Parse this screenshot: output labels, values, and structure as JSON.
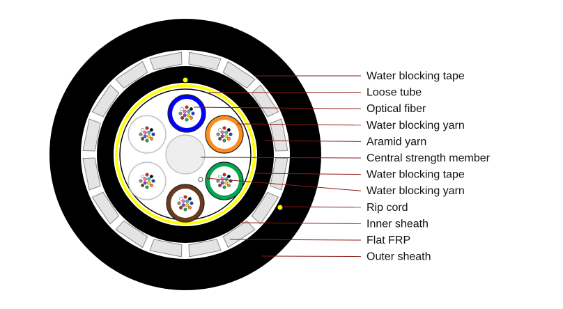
{
  "labels": [
    {
      "id": "water-blocking-tape-outer",
      "text": "Water blocking tape"
    },
    {
      "id": "loose-tube",
      "text": "Loose tube"
    },
    {
      "id": "optical-fiber",
      "text": "Optical fiber"
    },
    {
      "id": "water-blocking-yarn-1",
      "text": "Water blocking yarn"
    },
    {
      "id": "aramid-yarn",
      "text": "Aramid yarn"
    },
    {
      "id": "central-strength-member",
      "text": "Central strength member"
    },
    {
      "id": "water-blocking-tape-inner",
      "text": "Water blocking tape"
    },
    {
      "id": "water-blocking-yarn-2",
      "text": "Water blocking yarn"
    },
    {
      "id": "rip-cord",
      "text": "Rip cord"
    },
    {
      "id": "inner-sheath",
      "text": "Inner sheath"
    },
    {
      "id": "flat-frp",
      "text": "Flat FRP"
    },
    {
      "id": "outer-sheath",
      "text": "Outer sheath"
    }
  ],
  "colors": {
    "outer_sheath": "#000000",
    "frp": "#e4e4e4",
    "inner_tape": "#ffff00",
    "tube_blue": "#0000ff",
    "tube_orange": "#ff8c1a",
    "tube_green": "#00a650",
    "tube_brown": "#6b3a1e",
    "tube_white": "#cccccc",
    "leader_line": "#8b1a1a"
  },
  "fiber_colors": [
    "#1f3fd6",
    "#ff8c1a",
    "#1aa34a",
    "#7a4a1e",
    "#8a8a8a",
    "#ffffff",
    "#e02020",
    "#111111",
    "#ffd400",
    "#8e3fbf",
    "#ff69b4",
    "#2ec4c4"
  ]
}
